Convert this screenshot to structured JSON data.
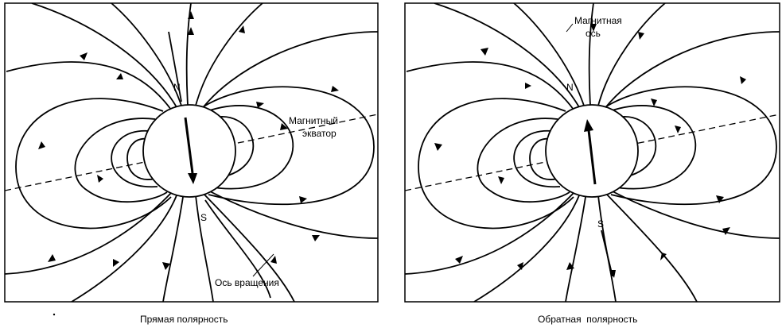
{
  "panels": [
    {
      "caption": "Прямая полярность",
      "north_label": "N",
      "south_label": "S",
      "equator_label_line1": "Магнитный",
      "equator_label_line2": "экватор",
      "axis_label": "Ось вращения",
      "needle_direction": "down"
    },
    {
      "caption": "Обратная  полярность",
      "north_label": "N",
      "south_label": "S",
      "axis_label_line1": "Магнитная",
      "axis_label_line2": "ось",
      "needle_direction": "up"
    }
  ]
}
